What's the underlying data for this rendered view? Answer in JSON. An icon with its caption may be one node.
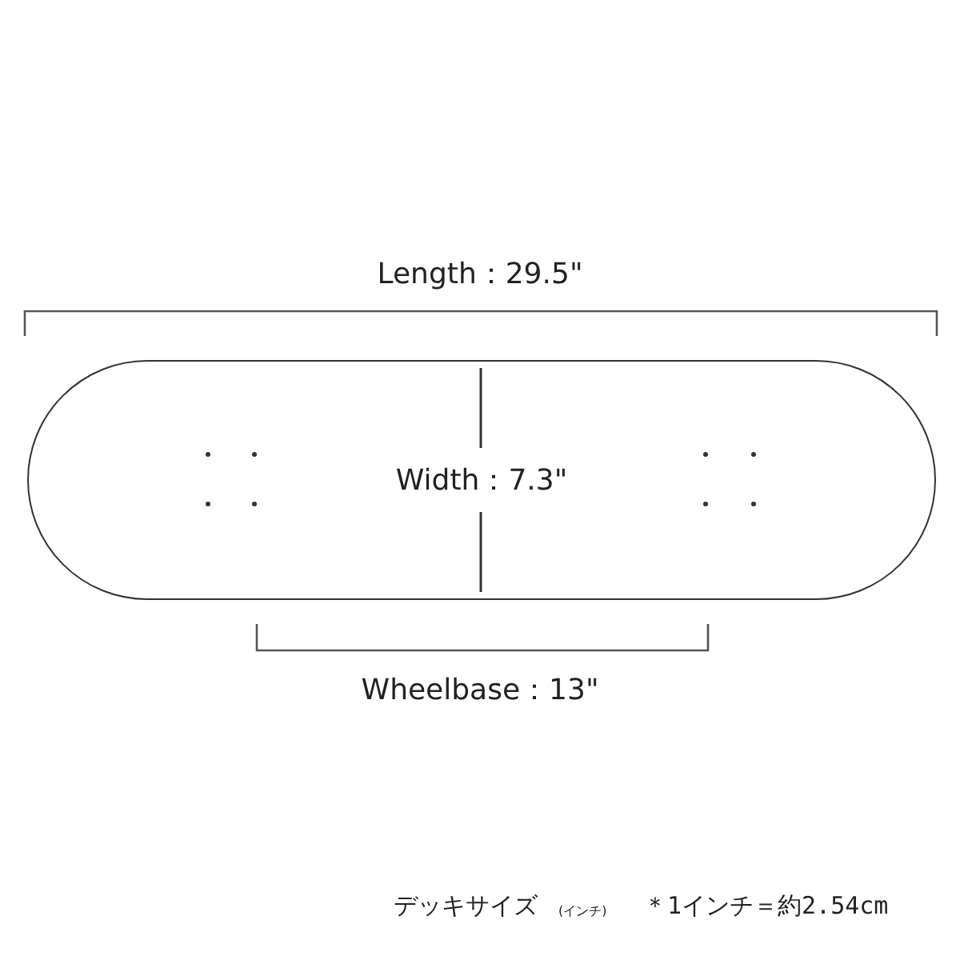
{
  "diagram": {
    "nodes": [
      {
        "text": [
          "Width：7.3\""
        ]
      }
    ],
    "labels": [
      "Length：29.5\"",
      "Wheelbase：13\"",
      "デッキサイズ",
      "(インチ)",
      "＊1インチ＝約2.54cm"
    ]
  }
}
